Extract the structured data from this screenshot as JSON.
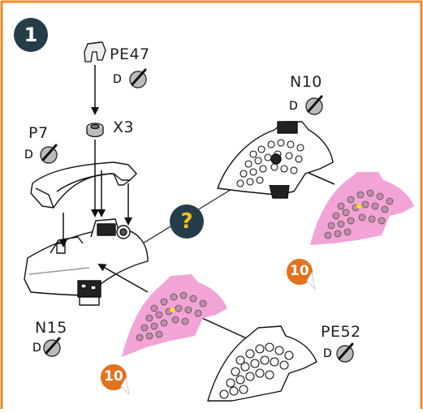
{
  "step": {
    "number": "1"
  },
  "parts": {
    "pe47": "PE47",
    "x3": "X3",
    "n10": "N10",
    "p7": "P7",
    "n15": "N15",
    "pe52": "PE52"
  },
  "paint_prefix": "D",
  "unknown_marker": "?",
  "scale_badge": "10",
  "colors": {
    "frame": "#f0892b",
    "step_circle": "#253d48",
    "question_mark": "#f3c21a",
    "decal": "#f2a4d6",
    "badge": "#e3711c"
  }
}
